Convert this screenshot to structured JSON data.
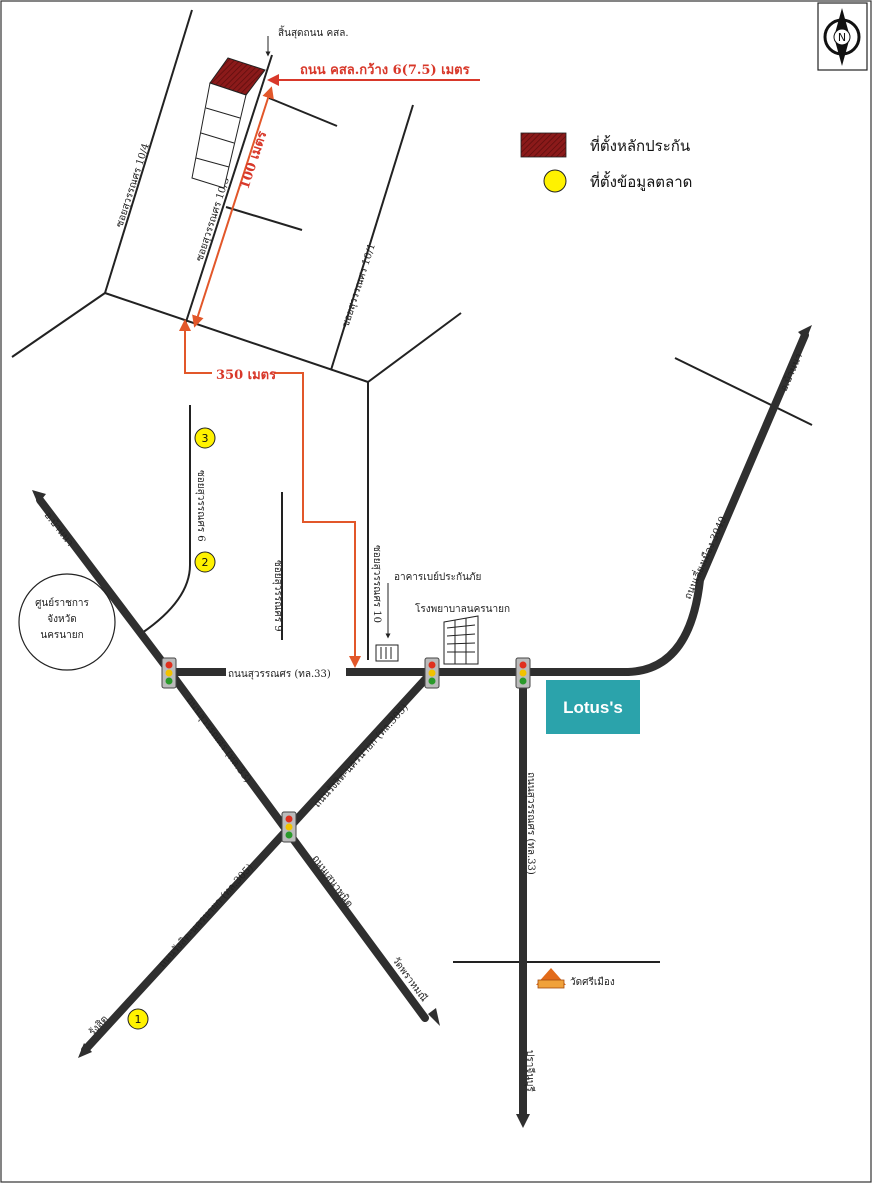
{
  "compass": {
    "letter": "N"
  },
  "legend": {
    "collateral_label": "ที่ตั้งหลักประกัน",
    "market_label": "ที่ตั้งข้อมูลตลาด",
    "collateral_color": "#8b1a1a",
    "market_color": "#fff200"
  },
  "top_area": {
    "road_end_label": "สิ้นสุดถนน คสล.",
    "concrete_road_label": "ถนน คสล.กว้าง 6(7.5) เมตร",
    "distance_100": "100 เมตร",
    "distance_350": "350 เมตร",
    "soi_10_4": "ซอยสุวรรณศร 10/4",
    "soi_10_3": "ซอยสุวรรณศร 10/3",
    "soi_10_1": "ซอยสุวรรณศร 10/1"
  },
  "middle": {
    "soi_6_upper": "ซอยสุวรรณศร 6",
    "soi_9": "ซอยสุวรรณศร 9",
    "soi_10": "ซอยสุวรรณศร 10",
    "gov_center": [
      "ศูนย์ราชการ",
      "จังหวัด",
      "นครนายก"
    ],
    "insurance_building": "อาคารเบย์ประกันภัย",
    "hospital": "โรงพยาบาลนครนายก",
    "lotus": "Lotus's",
    "lotus_color": "#2ba3ab"
  },
  "roads": {
    "to_ban_na_left": "อ.บ้านนา",
    "to_ban_na_right": "อ.บ้านนา",
    "suwannasorn_main": "ถนนสุวรรณศร (ทล.33)",
    "suwannasorn_diag": "ถนนสุวรรณศร (ทล.33)",
    "rangsit_upper": "ถนนรังสิต-นครนายก (ทล.305)",
    "rangsit_lower": "ถนนรังสิต-นครนายก (ทล.305)",
    "sena_phanit": "ถนนเสนาพนิต",
    "bypass": "ถนนเลี่ยงเมือง 3049",
    "suwannasorn_south": "ถนนสุวรรณศร (ทล.33)",
    "to_rangsit": "รังสิต",
    "to_wat_phrahmani": "วัดพราหมณี",
    "to_prachin": "ปราจีนบุรี",
    "wat_sri_mueang": "วัดศรีเมือง"
  },
  "market_points": [
    "1",
    "2",
    "3"
  ]
}
